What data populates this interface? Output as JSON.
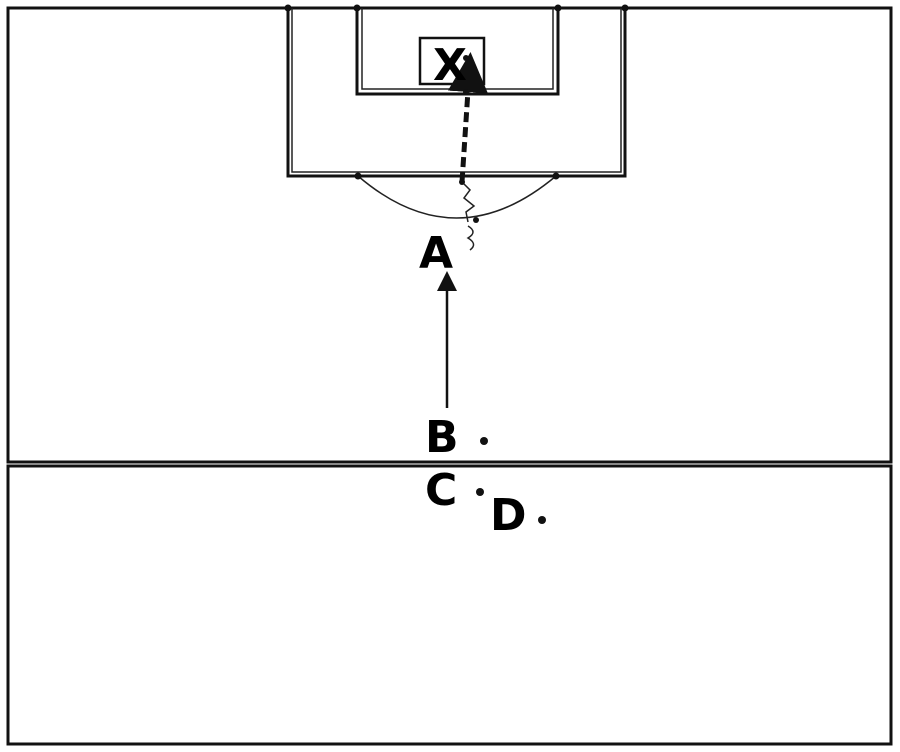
{
  "players": {
    "a": {
      "label": "A"
    },
    "b": {
      "label": "B"
    },
    "c": {
      "label": "C"
    },
    "d": {
      "label": "D"
    },
    "x": {
      "label": "X"
    }
  }
}
